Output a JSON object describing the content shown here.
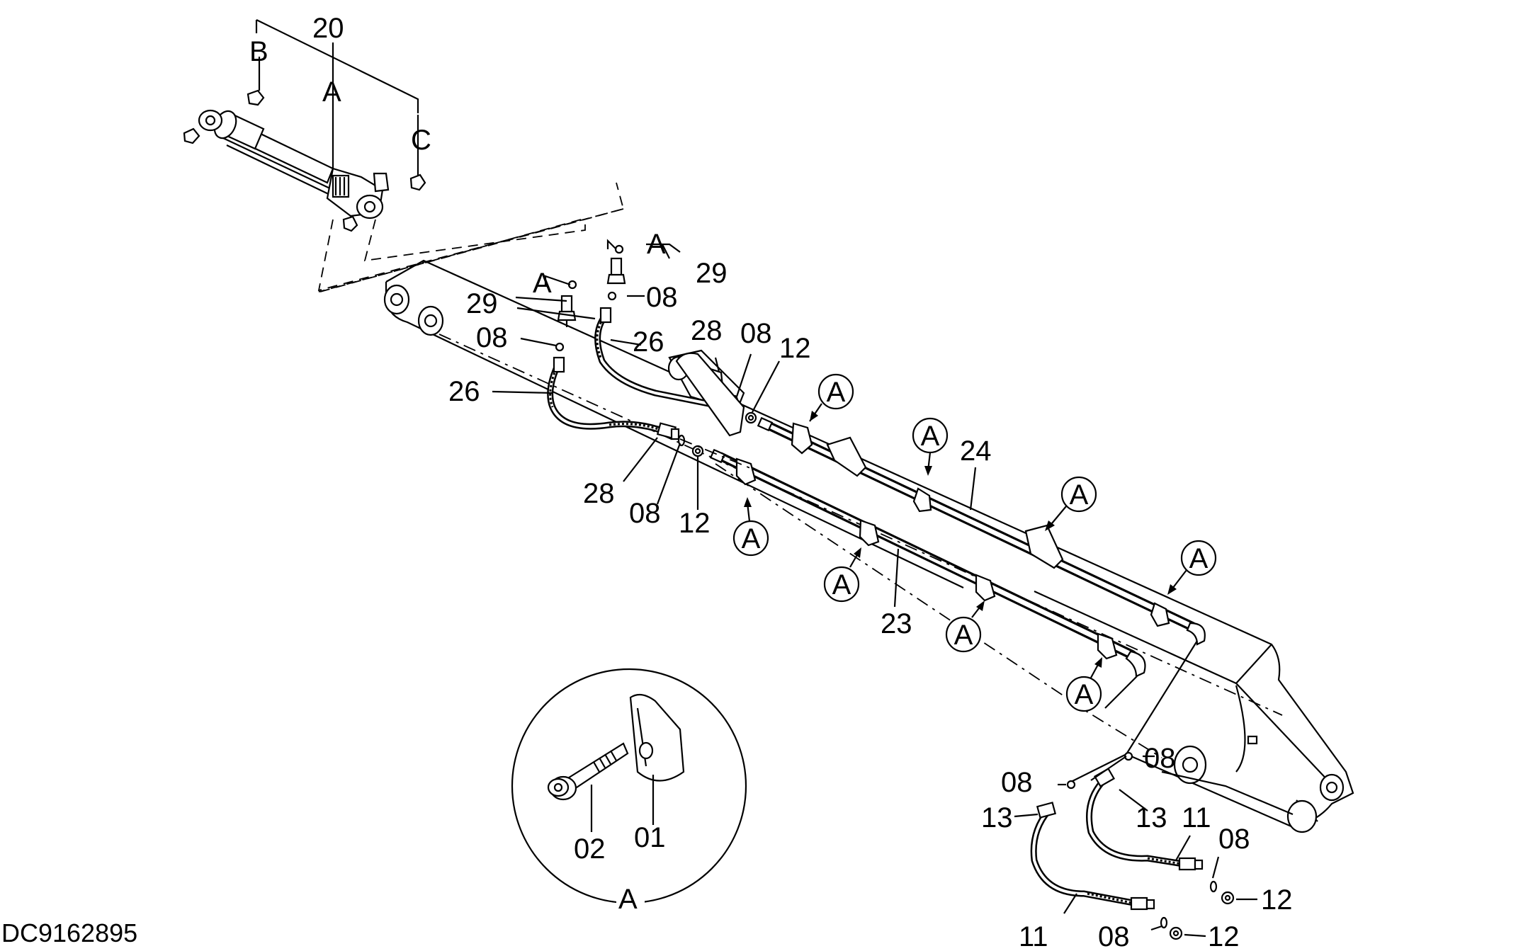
{
  "document_id": "DC9162895",
  "labels": {
    "l20": "20",
    "lB": "B",
    "lA_top": "A",
    "lC": "C",
    "l29a": "29",
    "l29b": "29",
    "lA29a": "A",
    "lA29b": "A",
    "l08a": "08",
    "l08b": "08",
    "l08c": "08",
    "l08d": "08",
    "l08e": "08",
    "l08f": "08",
    "l08g": "08",
    "l08h": "08",
    "l26a": "26",
    "l26b": "26",
    "l28a": "28",
    "l28b": "28",
    "l12a": "12",
    "l12b": "12",
    "l12c": "12",
    "l12d": "12",
    "l24": "24",
    "l23": "23",
    "l13a": "13",
    "l13b": "13",
    "l11a": "11",
    "l11b": "11",
    "l01": "01",
    "l02": "02",
    "lA_detail": "A"
  },
  "callout_letter": "A",
  "detail_view_letter": "A"
}
